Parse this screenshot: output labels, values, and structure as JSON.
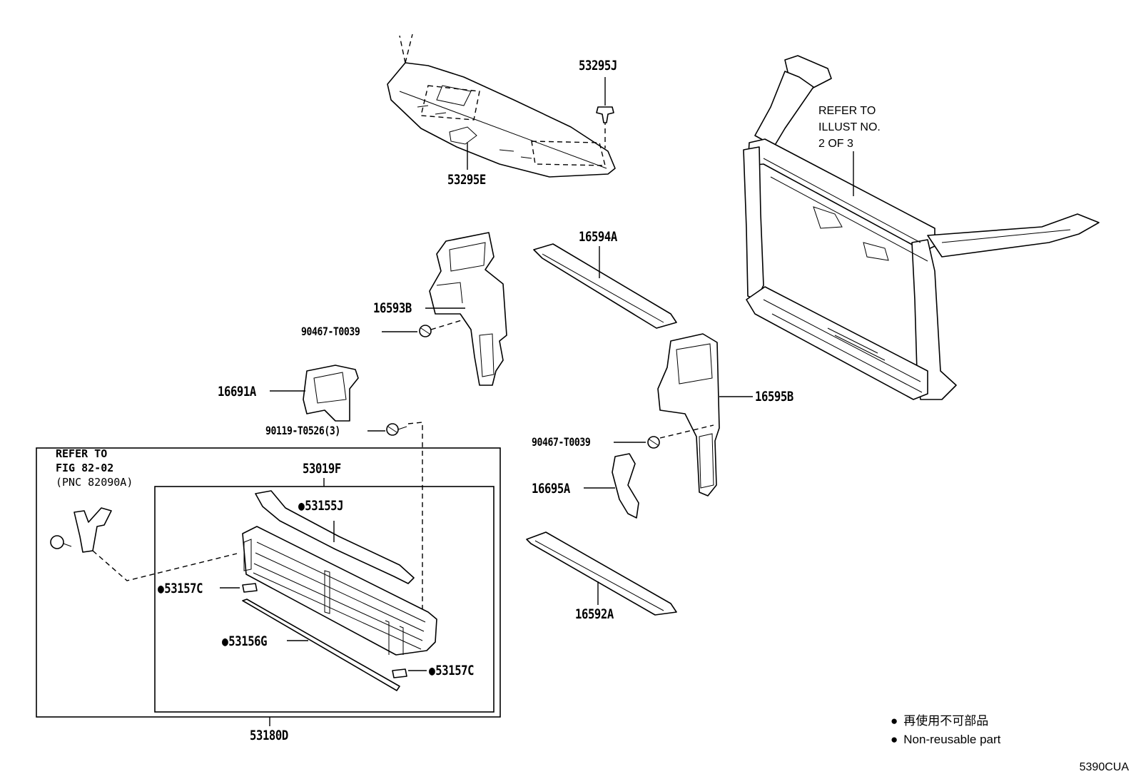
{
  "labels": {
    "p53295J": "53295J",
    "p53295E": "53295E",
    "p16594A": "16594A",
    "p16593B": "16593B",
    "p90467a": "90467-T0039",
    "p16691A": "16691A",
    "p90119": "90119-T0526(3)",
    "p53019F": "53019F",
    "p53155J": "53155J",
    "p53157C_left": "53157C",
    "p53156G": "53156G",
    "p53157C_right": "53157C",
    "p53180D": "53180D",
    "p16595B": "16595B",
    "p90467b": "90467-T0039",
    "p16695A": "16695A",
    "p16592A": "16592A"
  },
  "refer_illust": {
    "line1": "REFER TO",
    "line2": "ILLUST NO.",
    "line3": "2 OF 3"
  },
  "refer_fig": {
    "line1": "REFER TO",
    "line2": "FIG 82-02",
    "line3": "(PNC 82090A)"
  },
  "legend": {
    "bullet": "●",
    "jp": "再使用不可部品",
    "en": "Non-reusable part"
  },
  "diagram_code": "5390CUA"
}
